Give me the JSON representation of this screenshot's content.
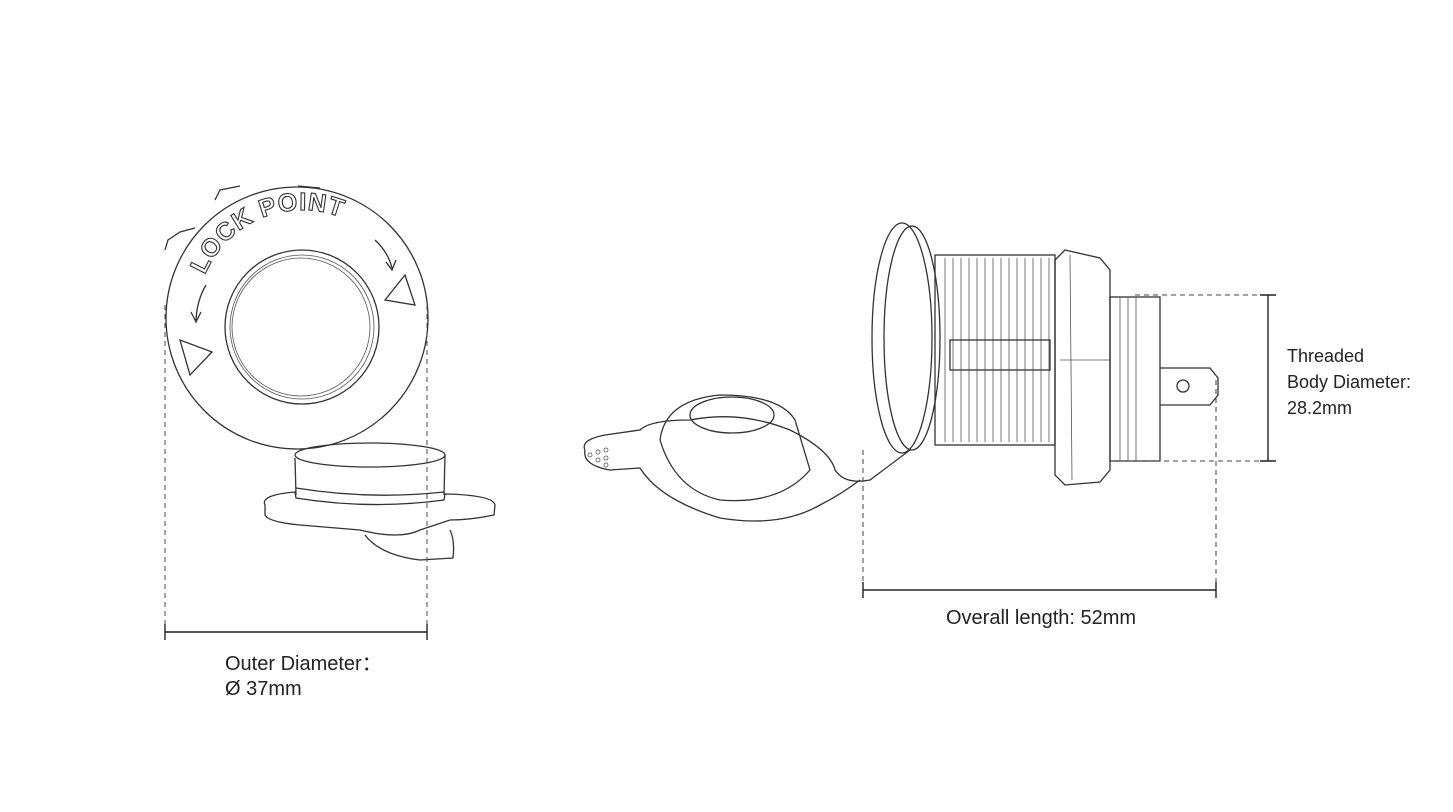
{
  "front_view": {
    "embossed_text": "LOCK POINT",
    "dimension_label_line1": "Outer Diameter：",
    "dimension_label_line2": "Ø 37mm"
  },
  "side_view": {
    "length_label": "Overall length: 52mm",
    "thread_label_line1": "Threaded",
    "thread_label_line2": "Body Diameter:",
    "thread_label_line3": "28.2mm"
  }
}
